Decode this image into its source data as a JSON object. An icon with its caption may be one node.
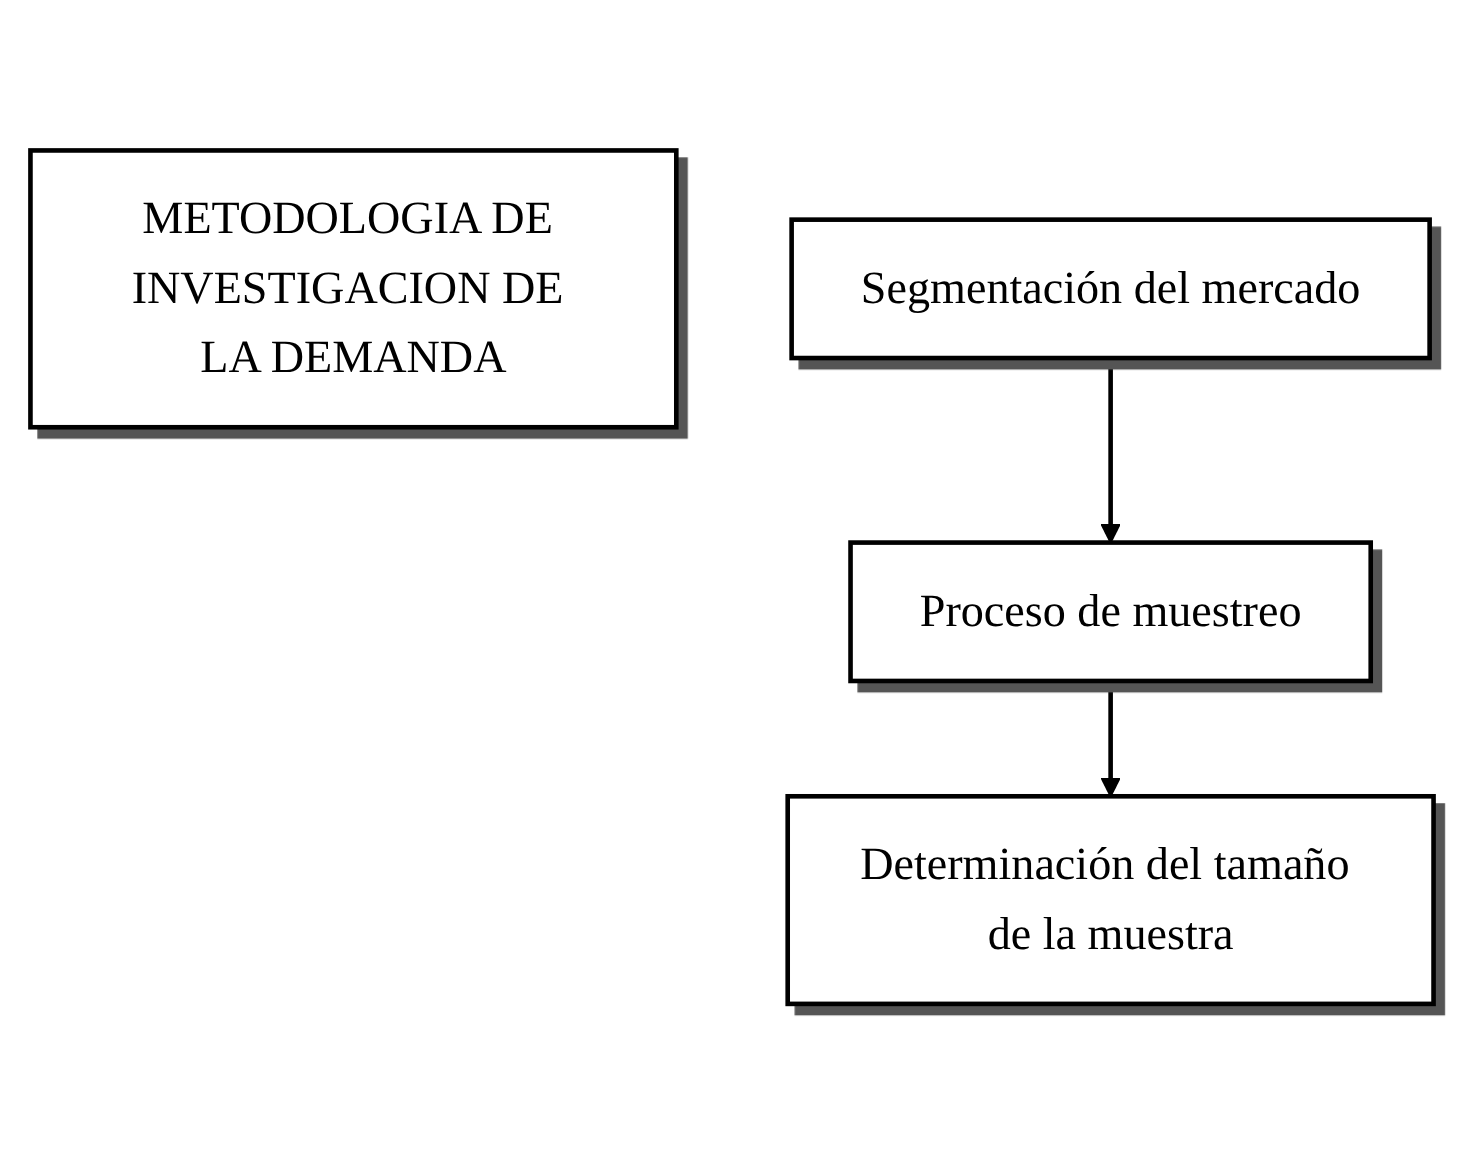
{
  "diagram": {
    "nodes": [
      {
        "text": [
          "METODOLOGIA DE INVESTIGACION DE LA DEMANDA"
        ]
      },
      {
        "text": [
          "Segmentación del mercado"
        ]
      },
      {
        "text": [
          "Proceso de muestreo"
        ]
      },
      {
        "text": [
          "Determinación del tamaño de la muestra"
        ]
      }
    ],
    "edges": [
      {
        "from": 1,
        "to": 2,
        "arrow": "to"
      },
      {
        "from": 2,
        "to": 3,
        "arrow": "to"
      }
    ]
  }
}
